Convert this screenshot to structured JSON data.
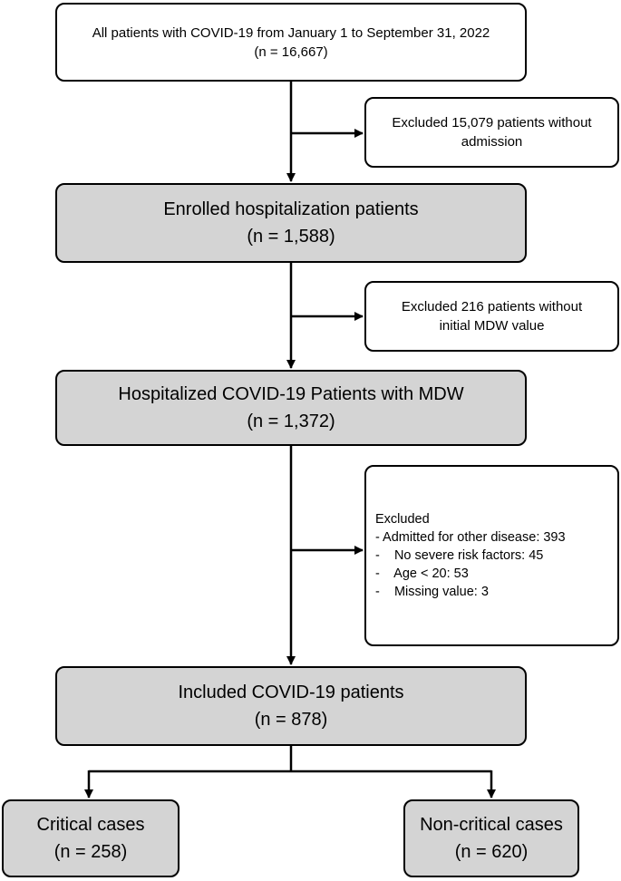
{
  "boxes": {
    "all_patients": {
      "line1": "All patients with COVID-19 from January 1 to September 31, 2022",
      "line2": "(n = 16,667)"
    },
    "excluded_no_admission": {
      "line1": "Excluded 15,079 patients without",
      "line2": "admission"
    },
    "enrolled": {
      "line1": "Enrolled hospitalization patients",
      "line2": "(n = 1,588)"
    },
    "excluded_no_mdw": {
      "line1": "Excluded 216 patients without",
      "line2": "initial MDW value"
    },
    "hospitalized_mdw": {
      "line1": "Hospitalized COVID-19 Patients with MDW",
      "line2": "(n = 1,372)"
    },
    "excluded_list": {
      "title": "Excluded",
      "items": [
        "- Admitted for other disease: 393",
        "-    No severe risk factors: 45",
        "-    Age < 20: 53",
        "-    Missing value: 3"
      ]
    },
    "included": {
      "line1": "Included COVID-19 patients",
      "line2": "(n = 878)"
    },
    "critical": {
      "line1": "Critical cases",
      "line2": "(n = 258)"
    },
    "non_critical": {
      "line1": "Non-critical cases",
      "line2": "(n = 620)"
    }
  },
  "colors": {
    "main_box_fill": "#d4d4d4",
    "side_box_fill": "#ffffff",
    "stroke": "#000000"
  }
}
